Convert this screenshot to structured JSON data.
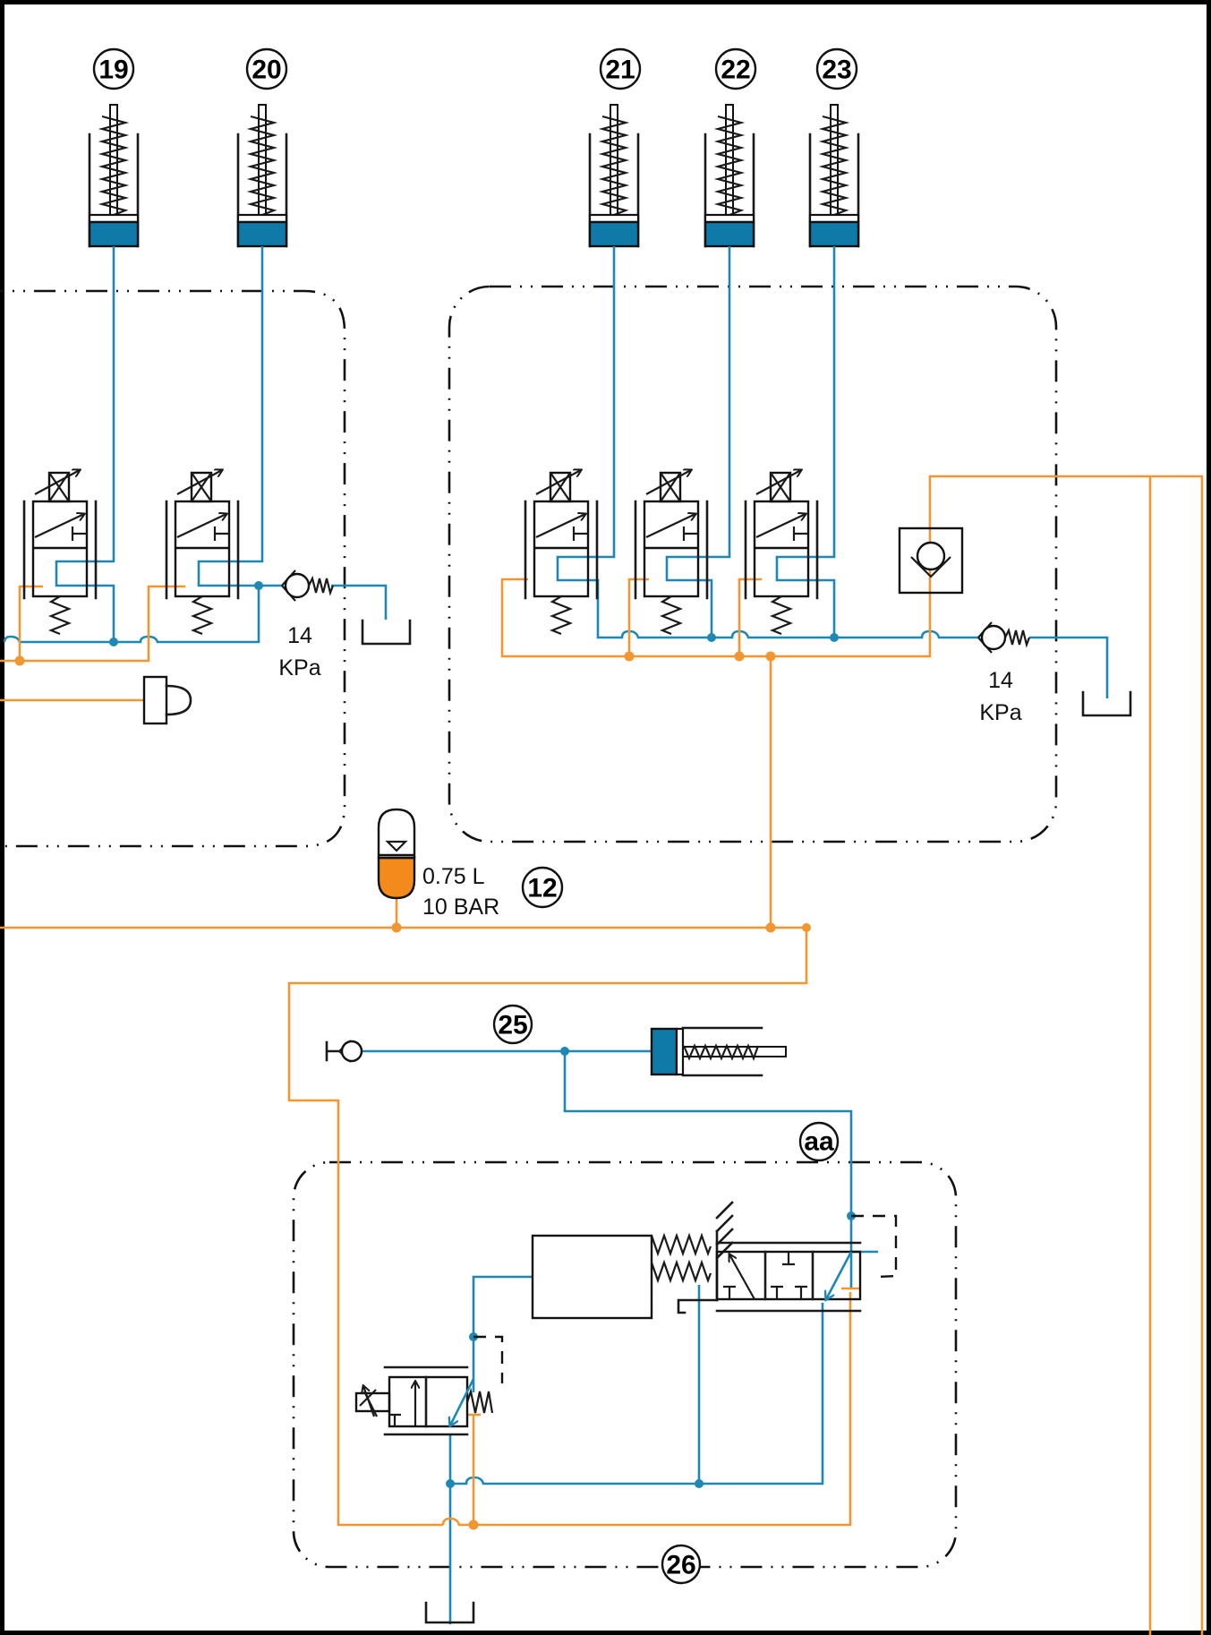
{
  "diagram": {
    "type": "hydraulic-schematic",
    "colors": {
      "pressure_line": "#f29631",
      "return_line": "#1e88b4",
      "actuator_fill": "#0f7aa8",
      "accumulator_fill": "#f28a1c"
    },
    "callouts": {
      "c19": "19",
      "c20": "20",
      "c21": "21",
      "c22": "22",
      "c23": "23",
      "c12": "12",
      "c25": "25",
      "c26": "26",
      "caa": "aa"
    },
    "relief_left": {
      "value": "14",
      "unit": "KPa"
    },
    "relief_right": {
      "value": "14",
      "unit": "KPa"
    },
    "accumulator": {
      "volume": "0.75 L",
      "pressure": "10 BAR"
    }
  }
}
